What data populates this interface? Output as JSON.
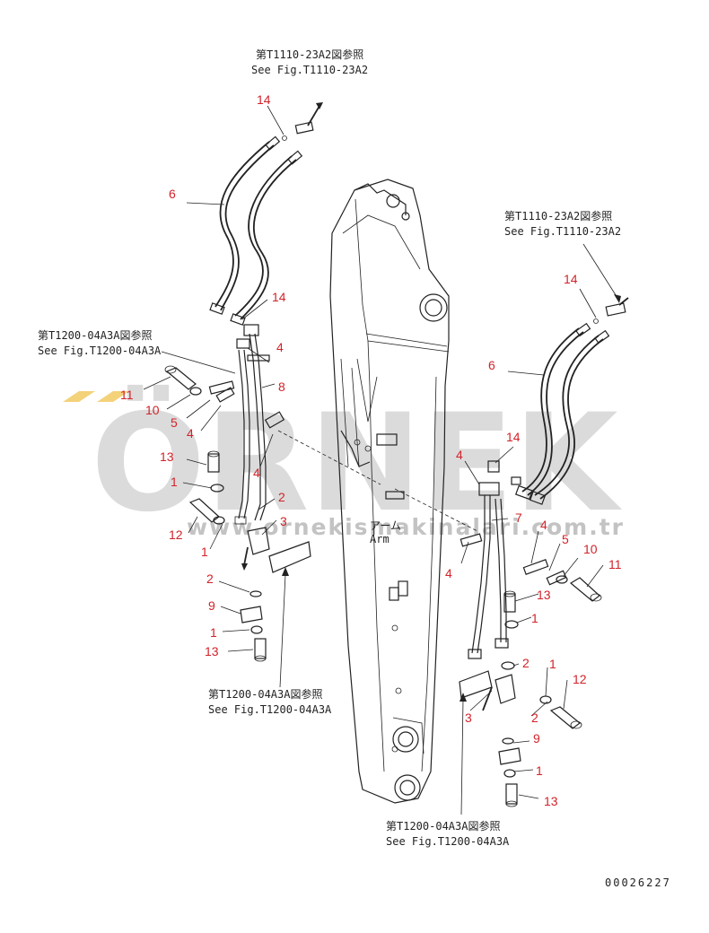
{
  "references": {
    "top": [
      "第T1110-23A2図参照",
      "See Fig.T1110-23A2"
    ],
    "right": [
      "第T1110-23A2図参照",
      "See Fig.T1110-23A2"
    ],
    "left": [
      "第T1200-04A3A図参照",
      "See Fig.T1200-04A3A"
    ],
    "bottom_left": [
      "第T1200-04A3A図参照",
      "See Fig.T1200-04A3A"
    ],
    "bottom_right": [
      "第T1200-04A3A図参照",
      "See Fig.T1200-04A3A"
    ]
  },
  "arm_label": [
    "アーム",
    "Arm"
  ],
  "drawing_number": "00026227",
  "watermark": {
    "brand": "ÖRNEK",
    "url": "www.ornekismakinalari.com.tr",
    "color": "#c8c8c8",
    "accent": "#f3d27a"
  },
  "callouts": {
    "l14a": "14",
    "l6": "6",
    "l14b": "14",
    "l4a": "4",
    "l8": "8",
    "l11": "11",
    "l10": "10",
    "l5": "5",
    "l4b": "4",
    "l4c": "4",
    "l13a": "13",
    "l1a": "1",
    "l2a": "2",
    "l3": "3",
    "l12": "12",
    "l1b": "1",
    "l2b": "2",
    "l9": "9",
    "l1c": "1",
    "l13b": "13",
    "r14a": "14",
    "r6": "6",
    "r14b": "14",
    "r4a": "4",
    "r7": "7",
    "r4b": "4",
    "r5": "5",
    "r4c": "4",
    "r10": "10",
    "r11": "11",
    "r13a": "13",
    "r1a": "1",
    "r2a": "2",
    "r1b": "1",
    "r12": "12",
    "r3": "3",
    "r2b": "2",
    "r9": "9",
    "r1c": "1",
    "r13b": "13"
  }
}
